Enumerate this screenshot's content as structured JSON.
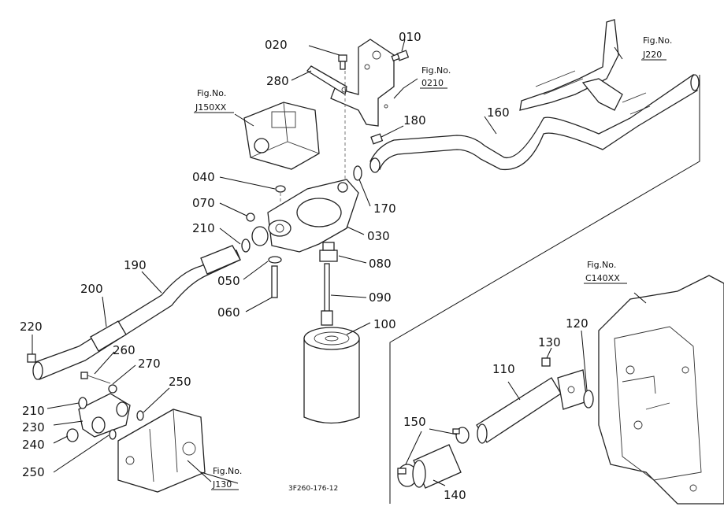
{
  "diagram_code": "3F260-176-12",
  "labels": {
    "p010": "010",
    "p020": "020",
    "p030": "030",
    "p040": "040",
    "p050": "050",
    "p060": "060",
    "p070": "070",
    "p080": "080",
    "p090": "090",
    "p100": "100",
    "p110": "110",
    "p120": "120",
    "p130": "130",
    "p140": "140",
    "p150": "150",
    "p160": "160",
    "p170": "170",
    "p180": "180",
    "p190": "190",
    "p200": "200",
    "p210a": "210",
    "p210b": "210",
    "p220": "220",
    "p230": "230",
    "p240": "240",
    "p250a": "250",
    "p250b": "250",
    "p260": "260",
    "p270": "270",
    "p280": "280"
  },
  "figure_refs": {
    "prefix": "Fig.No.",
    "j220": "J220",
    "d0210": "0210",
    "j150xx": "J150XX",
    "c140xx": "C140XX",
    "j130": "J130"
  }
}
